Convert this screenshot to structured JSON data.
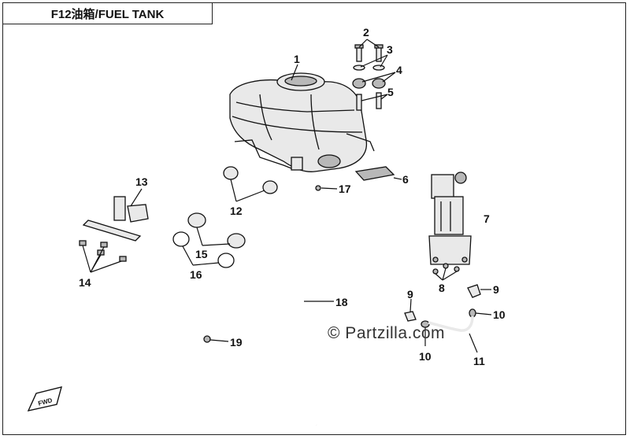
{
  "header": {
    "title": "F12油箱/FUEL TANK"
  },
  "watermark": "© Partzilla.com",
  "fwd_label": "FWD",
  "callouts": {
    "c1": "1",
    "c2": "2",
    "c3": "3",
    "c4": "4",
    "c5": "5",
    "c6": "6",
    "c7": "7",
    "c8": "8",
    "c9a": "9",
    "c9b": "9",
    "c10a": "10",
    "c10b": "10",
    "c11": "11",
    "c12": "12",
    "c13": "13",
    "c14": "14",
    "c15": "15",
    "c16": "16",
    "c17": "17",
    "c18": "18",
    "c19": "19"
  }
}
